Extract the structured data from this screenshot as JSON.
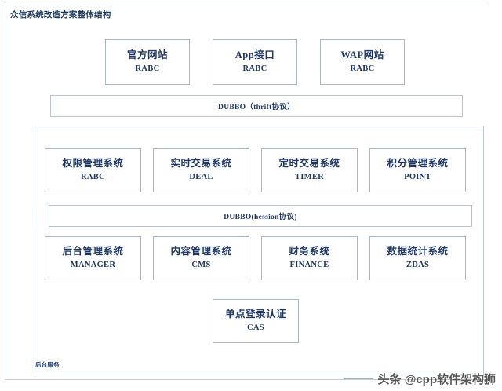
{
  "diagram": {
    "title": "众信系统改造方案整体结构",
    "colors": {
      "text": "#1F3864",
      "border": "#A9B7C6",
      "frame": "#C2CDDA",
      "background": "#FFFFFF"
    },
    "access_layer": {
      "nodes": [
        {
          "cn": "官方网站",
          "en": "RABC"
        },
        {
          "cn": "App接口",
          "en": "RABC"
        },
        {
          "cn": "WAP网站",
          "en": "RABC"
        }
      ]
    },
    "bus_thrift": {
      "label": "DUBBO（thrift协议）"
    },
    "bus_hession": {
      "label": "DUBBO(hession协议)"
    },
    "service_container": {
      "layer_label": "后台服务",
      "row_mid": [
        {
          "cn": "权限管理系统",
          "en": "RABC"
        },
        {
          "cn": "实时交易系统",
          "en": "DEAL"
        },
        {
          "cn": "定时交易系统",
          "en": "TIMER"
        },
        {
          "cn": "积分管理系统",
          "en": "POINT"
        }
      ],
      "row_low": [
        {
          "cn": "后台管理系统",
          "en": "MANAGER"
        },
        {
          "cn": "内容管理系统",
          "en": "CMS"
        },
        {
          "cn": "财务系统",
          "en": "FINANCE"
        },
        {
          "cn": "数据统计系统",
          "en": "ZDAS"
        }
      ],
      "sso": {
        "cn": "单点登录认证",
        "en": "CAS"
      }
    },
    "watermark": {
      "text": "头条 @cpp软件架构狮"
    }
  }
}
